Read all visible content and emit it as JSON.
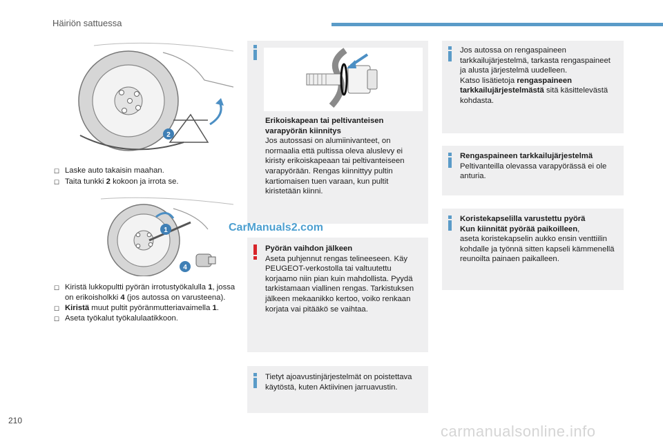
{
  "header": {
    "section_title": "Häiriön sattuessa"
  },
  "page_number": "210",
  "footer_url": "carmanualsonline.info",
  "watermark": "CarManuals2.com",
  "callouts": {
    "jack": "2",
    "wrench": "1",
    "socket": "4"
  },
  "steps_top": [
    {
      "bullet": "",
      "pre": "Laske auto takaisin maahan.",
      "bold": "",
      "post": ""
    },
    {
      "bullet": "",
      "pre": "Taita tunkki ",
      "bold": "2",
      "post": " kokoon ja irrota se."
    }
  ],
  "steps_bottom": [
    {
      "bullet": "",
      "pre": "Kiristä lukkopultti pyörän irrotustyökalulla ",
      "bold": "1",
      "post": ", jossa on erikoisholkki ",
      "bold2": "4",
      "post2": " (jos autossa on varusteena)."
    },
    {
      "bullet": "",
      "pre": "",
      "bold": "Kiristä",
      "post": " muut pultit pyöränmutteriavaimella ",
      "bold2": "1",
      "post2": "."
    },
    {
      "bullet": "",
      "pre": "Aseta työkalut työkalulaatikkoon.",
      "bold": "",
      "post": "",
      "bold2": "",
      "post2": ""
    }
  ],
  "box_alloy": {
    "title": "Erikoiskapean tai peltivanteisen varapyörän kiinnitys",
    "body": "Jos autossasi on alumiinivanteet, on normaalia että pultissa oleva aluslevy ei kiristy erikoiskapeaan tai peltivanteiseen varapyörään. Rengas kiinnittyy pultin kartiomaisen tuen varaan, kun pultit kiristetään kiinni."
  },
  "box_warning": {
    "title": "Pyörän vaihdon jälkeen",
    "body": "Aseta puhjennut rengas telineeseen. Käy PEUGEOT-verkostolla tai valtuutettu korjaamo niin pian kuin mahdollista. Pyydä tarkistamaan viallinen rengas. Tarkistuksen jälkeen mekaanikko kertoo, voiko renkaan korjata vai pitääkö se vaihtaa."
  },
  "box_assist": {
    "body": "Tietyt ajoavustinjärjestelmät on poistettava käytöstä, kuten Aktiivinen jarruavustin."
  },
  "box_tpms": {
    "line1": "Jos autossa on rengaspaineen tarkkailujärjestelmä, tarkasta rengaspaineet ja alusta järjestelmä uudelleen.",
    "line2_pre": "Katso lisätietoja ",
    "line2_bold": "rengaspaineen tarkkailujärjestelmästä",
    "line2_post": " sitä käsittelevästä kohdasta."
  },
  "box_tpms_spare": {
    "title": "Rengaspaineen tarkkailujärjestelmä",
    "body": "Peltivanteilla olevassa varapyörässä ei ole anturia."
  },
  "box_hubcap": {
    "title": "Koristekapselilla varustettu pyörä",
    "subtitle": "Kun kiinnität pyörää paikoilleen",
    "subtitle_post": ",",
    "body": "aseta koristekapselin aukko ensin venttiilin kohdalle ja työnnä sitten kapseli kämmenellä reunoilta painaen paikalleen."
  },
  "colors": {
    "accent": "#5a9bc8",
    "warning": "#d8242a",
    "box_bg": "#efeff0"
  }
}
